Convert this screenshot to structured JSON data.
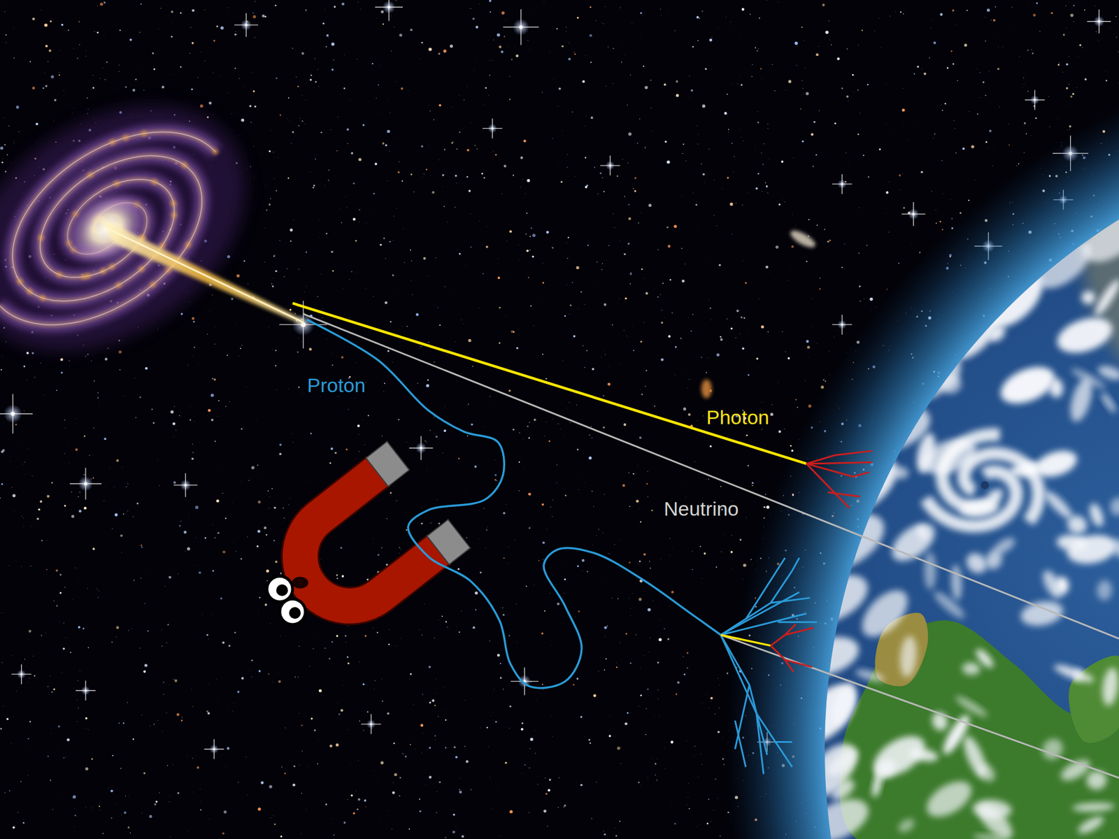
{
  "diagram": {
    "labels": [
      "Proton",
      "Photon",
      "Neutrino"
    ]
  }
}
